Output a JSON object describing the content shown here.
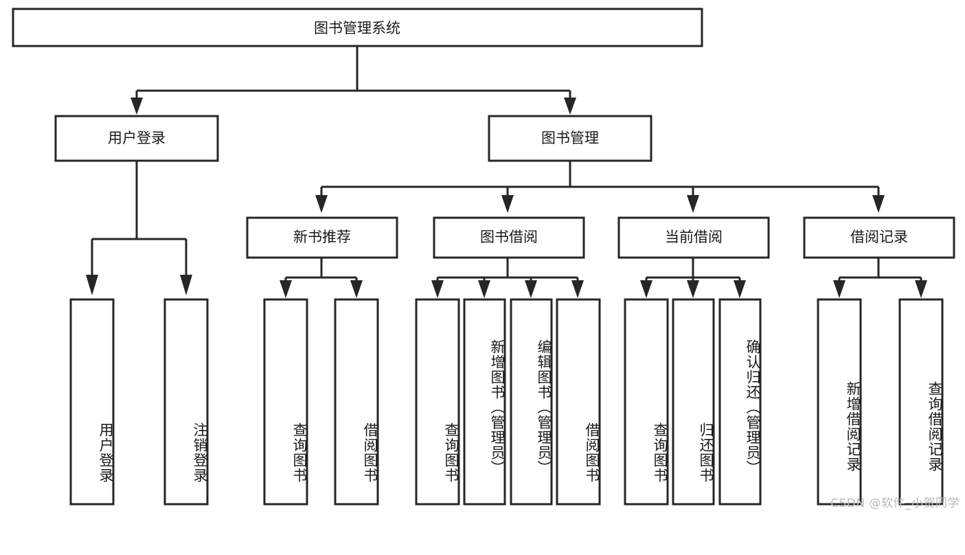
{
  "diagram": {
    "type": "tree-hierarchy-chart",
    "title": "图书管理系统",
    "watermark": "CSDN @软件_小贺同学",
    "colors": {
      "stroke": "#262626",
      "fill": "#ffffff",
      "text": "#1a1a1a",
      "watermark": "#b9b9b9"
    },
    "nodes": {
      "root": {
        "label": "图书管理系统",
        "orientation": "horizontal"
      },
      "level2": [
        {
          "label": "用户登录",
          "orientation": "horizontal"
        },
        {
          "label": "图书管理",
          "orientation": "horizontal"
        }
      ],
      "level3": [
        {
          "label": "新书推荐",
          "orientation": "horizontal"
        },
        {
          "label": "图书借阅",
          "orientation": "horizontal"
        },
        {
          "label": "当前借阅",
          "orientation": "horizontal"
        },
        {
          "label": "借阅记录",
          "orientation": "horizontal"
        }
      ],
      "leaves": [
        {
          "label": "用户登录",
          "orientation": "vertical",
          "parent": "用户登录"
        },
        {
          "label": "注销登录",
          "orientation": "vertical",
          "parent": "用户登录"
        },
        {
          "label": "查询图书",
          "orientation": "vertical",
          "parent": "新书推荐"
        },
        {
          "label": "借阅图书",
          "orientation": "vertical",
          "parent": "新书推荐"
        },
        {
          "label": "查询图书",
          "orientation": "vertical",
          "parent": "图书借阅"
        },
        {
          "label": "新增图书（管理员）",
          "orientation": "vertical",
          "parent": "图书借阅"
        },
        {
          "label": "编辑图书（管理员）",
          "orientation": "vertical",
          "parent": "图书借阅"
        },
        {
          "label": "借阅图书",
          "orientation": "vertical",
          "parent": "图书借阅"
        },
        {
          "label": "查询图书",
          "orientation": "vertical",
          "parent": "当前借阅"
        },
        {
          "label": "归还图书",
          "orientation": "vertical",
          "parent": "当前借阅"
        },
        {
          "label": "确认归还（管理员）",
          "orientation": "vertical",
          "parent": "当前借阅"
        },
        {
          "label": "新增借阅记录",
          "orientation": "vertical",
          "parent": "借阅记录"
        },
        {
          "label": "查询借阅记录",
          "orientation": "vertical",
          "parent": "借阅记录"
        }
      ]
    }
  }
}
